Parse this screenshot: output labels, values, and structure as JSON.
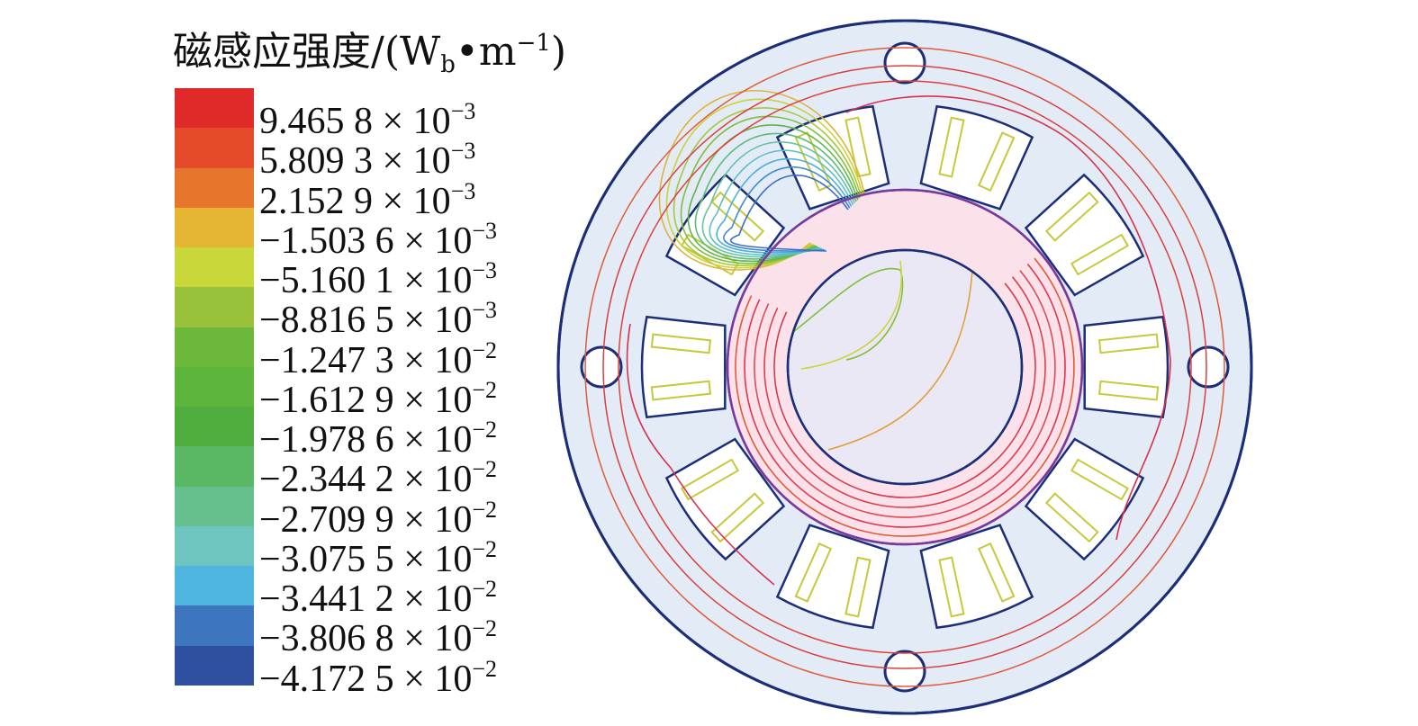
{
  "legend": {
    "title_main": "磁感应强度/(W",
    "title_sub": "b",
    "title_mid": "•m",
    "title_sup": "−1",
    "title_end": ")",
    "items": [
      {
        "mantissa": "9.465 8",
        "exponent": "−3",
        "color": "#e02a2a"
      },
      {
        "mantissa": "5.809 3",
        "exponent": "−3",
        "color": "#e54a2a"
      },
      {
        "mantissa": "2.152 9",
        "exponent": "−3",
        "color": "#e8752c"
      },
      {
        "mantissa": "−1.503 6",
        "exponent": "−3",
        "color": "#e6b534"
      },
      {
        "mantissa": "−5.160 1",
        "exponent": "−3",
        "color": "#c8d83a"
      },
      {
        "mantissa": "−8.816 5",
        "exponent": "−3",
        "color": "#99c23a"
      },
      {
        "mantissa": "−1.247 3",
        "exponent": "−2",
        "color": "#6bb83a"
      },
      {
        "mantissa": "−1.612 9",
        "exponent": "−2",
        "color": "#5cb53a"
      },
      {
        "mantissa": "−1.978 6",
        "exponent": "−2",
        "color": "#4fae3d"
      },
      {
        "mantissa": "−2.344 2",
        "exponent": "−2",
        "color": "#5ab865"
      },
      {
        "mantissa": "−2.709 9",
        "exponent": "−2",
        "color": "#66c08d"
      },
      {
        "mantissa": "−3.075 5",
        "exponent": "−2",
        "color": "#6ec4bf"
      },
      {
        "mantissa": "−3.441 2",
        "exponent": "−2",
        "color": "#4eb5df"
      },
      {
        "mantissa": "−3.806 8",
        "exponent": "−2",
        "color": "#3e75bf"
      },
      {
        "mantissa": "−4.172 5",
        "exponent": "−2",
        "color": "#2f4f9f"
      }
    ],
    "times_sign": "× 10"
  },
  "diagram": {
    "colors": {
      "outline": "#1c2e7a",
      "housing_fill": "#e2ebf6",
      "rotor_ring_fill": "#fbe2ea",
      "rotor_core_fill": "#ebe8f5",
      "coil": "#c5c93a"
    },
    "stator_slots": 10,
    "mounting_holes": 4
  }
}
